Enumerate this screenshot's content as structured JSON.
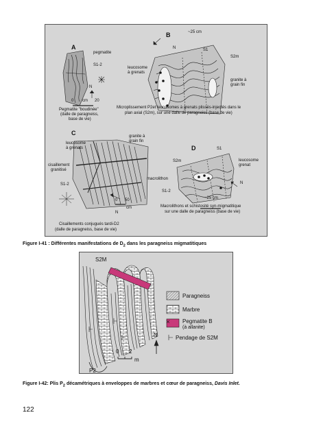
{
  "figure1": {
    "panel_labels": [
      "A",
      "B",
      "C",
      "D"
    ],
    "panel_a": {
      "pegmatite": "pegmatite",
      "s12": "S1-2",
      "scale_0": "0",
      "scale_cm": "cm",
      "scale_20": "20",
      "north": "N",
      "caption": [
        "Pegmatite \"boudinée\"",
        "(dalle de paragneiss,",
        "base de vie)"
      ]
    },
    "panel_b": {
      "scale": "~25 cm",
      "north": "N",
      "s1": "S1",
      "s2m": "S2m",
      "leucosome": [
        "leucosome",
        "à grenats"
      ],
      "granite": [
        "granite à",
        "grain fin"
      ],
      "caption": [
        "Microplissement P2et leucosomes à grenats plissés-injectés dans le",
        "plan axial (S2m), sur une dalle de paragneiss (base de vie)"
      ]
    },
    "panel_c": {
      "leucosome": [
        "leucosome",
        "à grenats"
      ],
      "granite": [
        "granite à",
        "grain fin"
      ],
      "cisaillement": [
        "cisaillement",
        "granitisé"
      ],
      "s12": "S1-2",
      "scale_0": "0",
      "scale_50": "50",
      "scale_cm": "cm",
      "north": "N",
      "caption": [
        "Cisaillements conjugués tardi-D2",
        "(dalle de paragneiss, base de vie)"
      ]
    },
    "panel_d": {
      "s2m": "S2m",
      "s1": "S1",
      "leucosome": [
        "leucosome",
        "grenat"
      ],
      "macrolithon": "macrolithon",
      "s12": "S1-2",
      "north": "N",
      "scale": "~25 cm",
      "caption": [
        "Macrolithons et schistosité syn-migmatitique",
        "sur une dalle de paragneiss (base de vie)"
      ]
    }
  },
  "caption1": {
    "prefix": "Figure I-41 : Différentes manifestations de D",
    "sub": "2",
    "suffix": " dans les paragneiss migmatitiques"
  },
  "figure2": {
    "s2m_label": "S2M",
    "p2_label": "P2",
    "scale_0": "0",
    "scale_2": "2",
    "scale_m": "m",
    "north": "N",
    "legend": {
      "paragneiss": "Paragneiss",
      "marbre": "Marbre",
      "pegmatite": "Pegmatite B",
      "pegmatite_note": "(à allanite)",
      "pendage": "Pendage de S2M"
    },
    "colors": {
      "pegmatite": "#c8397a",
      "rock": "#d4d4d4"
    }
  },
  "caption2": {
    "prefix": "Figure I-42: Plis P",
    "sub": "2",
    "middle": " décamétriques à enveloppes de marbres et cœur de paragneiss, ",
    "place": "Davis Inlet."
  },
  "page_number": "122"
}
